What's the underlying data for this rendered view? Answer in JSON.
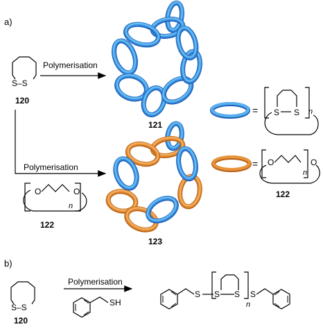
{
  "panels": {
    "a": "a)",
    "b": "b)"
  },
  "labels": {
    "monomer": "120",
    "polymer_blue": "121",
    "copolymer": "123",
    "crown": "122",
    "S": "S",
    "S_dash_S": "S–S",
    "SH": "SH",
    "O": "O",
    "n": "n",
    "equals": "="
  },
  "arrows": {
    "polymerisation": "Polymerisation"
  },
  "colors": {
    "blue_ring": "#3a8fe0",
    "blue_ring_light": "#6cc0f0",
    "blue_ring_dark": "#1a5fb8",
    "orange_ring": "#e08a2c",
    "orange_ring_dark": "#b8601a"
  }
}
